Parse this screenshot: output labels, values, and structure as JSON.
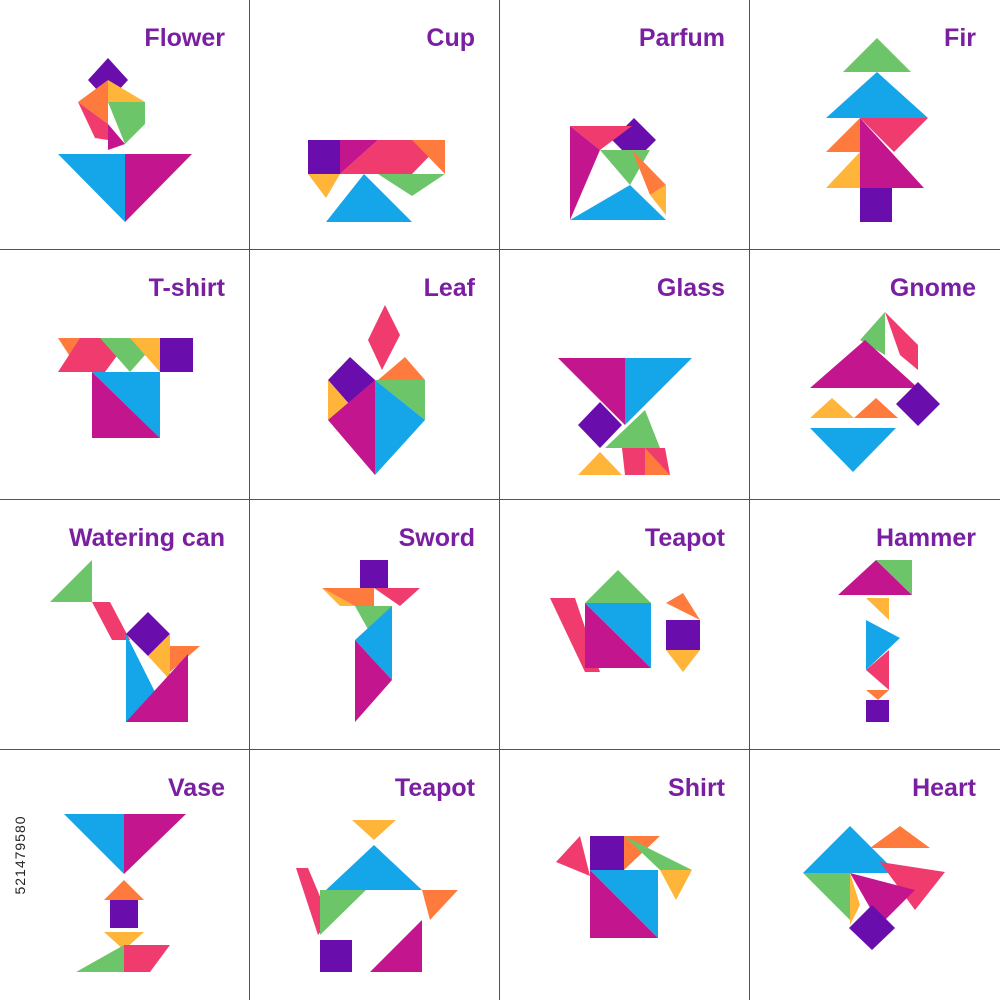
{
  "colors": {
    "purple": "#6a0dad",
    "magenta": "#c3168e",
    "pink": "#ef3b6e",
    "orange": "#ff7a3d",
    "yellow": "#ffb43a",
    "green": "#6dc56a",
    "blue": "#14a6e8",
    "label": "#7a1fa2",
    "grid_line": "#7a2fb0"
  },
  "figures": [
    {
      "name": "Flower"
    },
    {
      "name": "Cup"
    },
    {
      "name": "Parfum"
    },
    {
      "name": "Fir"
    },
    {
      "name": "T-shirt"
    },
    {
      "name": "Leaf"
    },
    {
      "name": "Glass"
    },
    {
      "name": "Gnome"
    },
    {
      "name": "Watering can"
    },
    {
      "name": "Sword"
    },
    {
      "name": "Teapot"
    },
    {
      "name": "Hammer"
    },
    {
      "name": "Vase"
    },
    {
      "name": "Teapot"
    },
    {
      "name": "Shirt"
    },
    {
      "name": "Heart"
    }
  ],
  "stock_id": "521479580"
}
